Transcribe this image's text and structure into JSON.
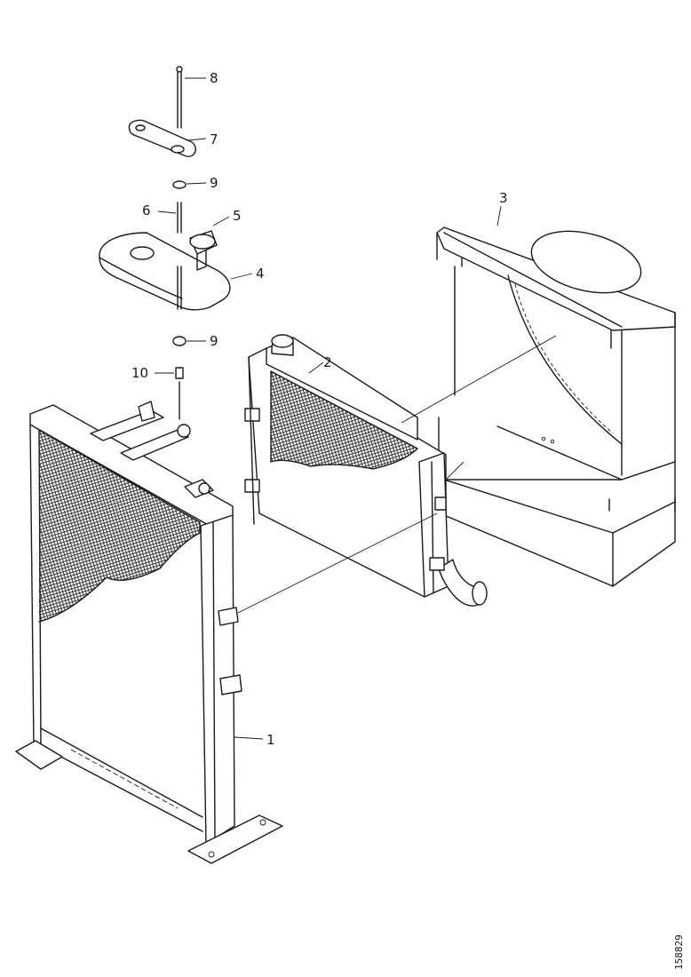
{
  "callouts": {
    "c1": "1",
    "c2": "2",
    "c3": "3",
    "c4": "4",
    "c5": "5",
    "c6": "6",
    "c7": "7",
    "c8": "8",
    "c9a": "9",
    "c9b": "9",
    "c10": "10"
  },
  "document_id": "158829",
  "colors": {
    "ink": "#1a1a1a",
    "paper": "#ffffff"
  }
}
